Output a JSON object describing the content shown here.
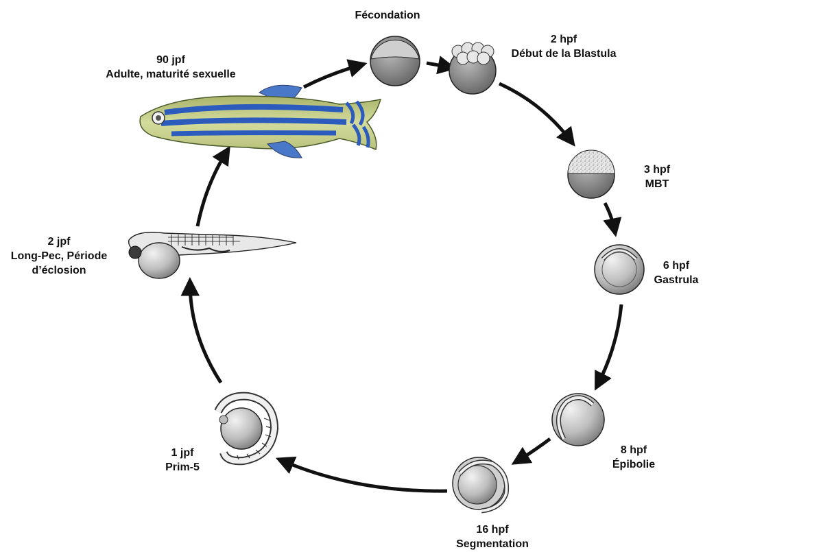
{
  "title": "",
  "colors": {
    "arrow": "#111111",
    "embryo_fill": "#d9d9d9",
    "embryo_dark": "#8e8e8e",
    "fish_body": "#c9d38a",
    "fish_stripe": "#2b5bbd",
    "text": "#111111"
  },
  "stages": [
    {
      "id": "fertilization",
      "lines": [
        "Fécondation"
      ]
    },
    {
      "id": "blastula",
      "lines": [
        "2 hpf",
        "Début de la Blastula"
      ]
    },
    {
      "id": "mbt",
      "lines": [
        "3 hpf",
        "MBT"
      ]
    },
    {
      "id": "gastrula",
      "lines": [
        "6 hpf",
        "Gastrula"
      ]
    },
    {
      "id": "epiboly",
      "lines": [
        "8 hpf",
        "Épibolie"
      ]
    },
    {
      "id": "segmentation",
      "lines": [
        "16 hpf",
        "Segmentation"
      ]
    },
    {
      "id": "prim5",
      "lines": [
        "1 jpf",
        "Prim-5"
      ]
    },
    {
      "id": "longpec",
      "lines": [
        "2 jpf",
        "Long-Pec, Période",
        "d’éclosion"
      ]
    },
    {
      "id": "adult",
      "lines": [
        "90 jpf",
        "Adulte, maturité sexuelle"
      ]
    }
  ]
}
